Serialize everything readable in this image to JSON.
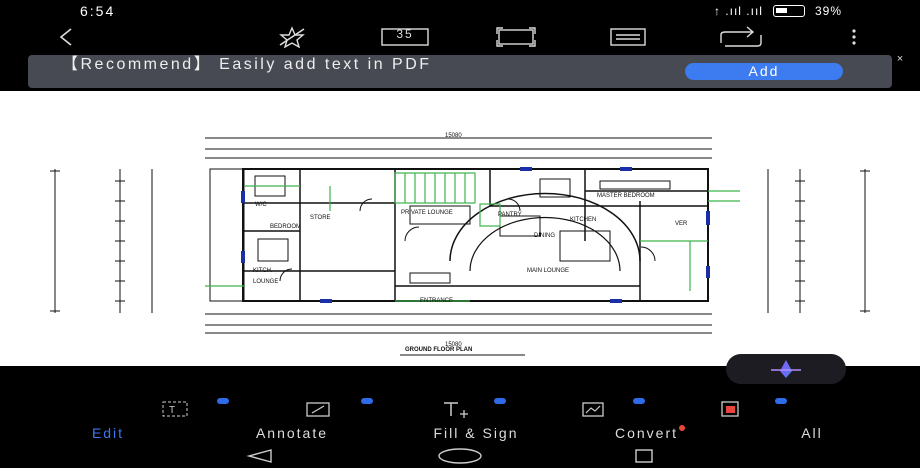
{
  "status_bar": {
    "time": "6:54",
    "signal_text": "↑ .ııl  .ııl",
    "battery": "39%"
  },
  "toolbar": {
    "items": [
      "back-icon",
      "no-star-icon",
      "page-count-icon",
      "fullscreen-icon",
      "toc-icon",
      "share-icon",
      "more-icon"
    ],
    "page_count": "35"
  },
  "banner": {
    "text": "【Recommend】 Easily add text in PDF",
    "add_label": "Add",
    "close": "×"
  },
  "document": {
    "drawing_title": "GROUND FLOOR PLAN",
    "room_labels": [
      "PRIVATE LOUNGE",
      "PANTRY",
      "KITCHEN",
      "MASTER BEDROOM",
      "DINING",
      "MAIN LOUNGE",
      "BEDROOM",
      "LOUNGE",
      "ENTRANCE",
      "STORE",
      "KITCH.",
      "W/C",
      "VER"
    ],
    "top_dimension": "15080",
    "bottom_dimension": "15080"
  },
  "fab": {
    "icon": "ai-assistant-icon"
  },
  "bottom_tools": [
    {
      "label": "Edit",
      "icon": "edit-text-icon",
      "active": true,
      "badge": true
    },
    {
      "label": "Annotate",
      "icon": "annotate-icon",
      "active": false,
      "badge": true
    },
    {
      "label": "Fill & Sign",
      "icon": "fill-sign-icon",
      "active": false,
      "badge": true
    },
    {
      "label": "Convert",
      "icon": "convert-icon",
      "active": false,
      "badge": true,
      "red_dot": true
    },
    {
      "label": "All",
      "icon": "all-tools-icon",
      "active": false,
      "badge": true
    }
  ],
  "nav": [
    "back-triangle-icon",
    "home-circle-icon",
    "recents-square-icon"
  ],
  "colors": {
    "accent": "#3a78f2",
    "banner_bg": "#474a52",
    "add_button": "#3d7bf0",
    "red_dot": "#e8453c"
  }
}
